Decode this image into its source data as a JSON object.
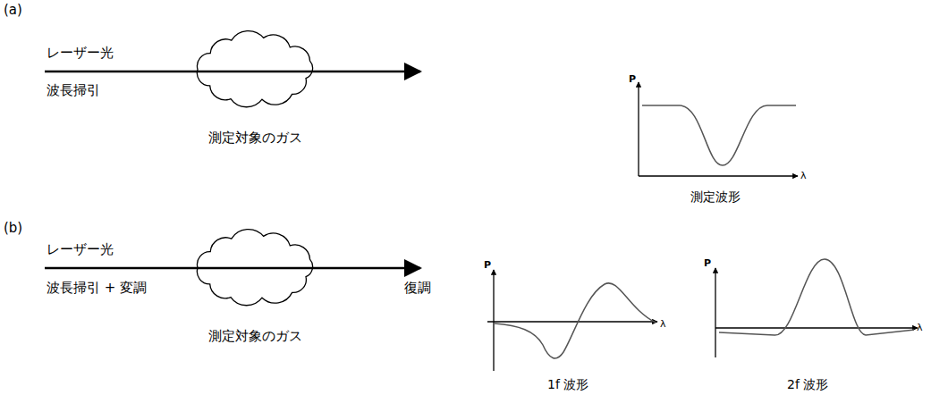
{
  "diagram": {
    "nodes": [
      {
        "text": [
          "測定対象のガス"
        ]
      },
      {
        "text": [
          "測定対象のガス"
        ]
      }
    ],
    "labels": [
      "(a)",
      "レーザー光",
      "波長掃引",
      "P",
      "λ",
      "測定波形",
      "(b)",
      "レーザー光",
      "波長掃引 + 変調",
      "復調",
      "P",
      "λ",
      "1f 波形",
      "P",
      "λ",
      "2f 波形"
    ]
  }
}
